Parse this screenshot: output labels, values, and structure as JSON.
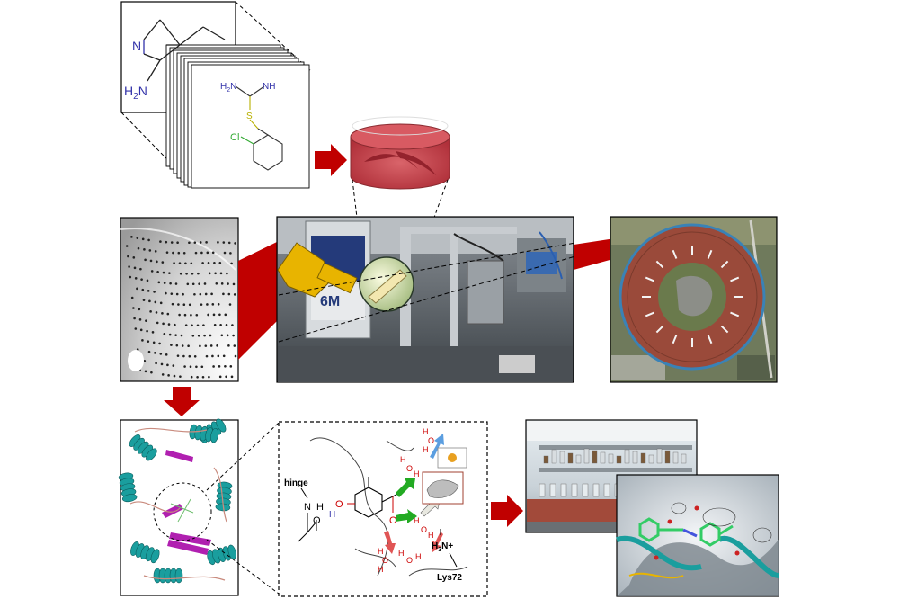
{
  "colors": {
    "arrow_red": "#c00000",
    "chem_blue": "#3333aa",
    "chem_red": "#cc0000",
    "sulfur": "#b8b000",
    "chlorine": "#33aa33",
    "helix_teal": "#1a9e9e",
    "sheet_magenta": "#b020b0",
    "ring_roof": "#9a4a3a",
    "robot_yellow": "#e8b400"
  },
  "library": {
    "front_labels": {
      "n": "N",
      "h2n": "H",
      "h2n_sub": "2",
      "h2n_n": "N"
    },
    "back_labels": {
      "h2n": "H",
      "h2n_sub": "2",
      "h2n_n": "N",
      "nh": "NH",
      "s": "S",
      "cl": "Cl"
    }
  },
  "interaction_map": {
    "hinge": "hinge",
    "nh": "N",
    "h": "H",
    "o_carbonyl": "O",
    "o_phenol": "O",
    "h_phenol": "H",
    "o_ketone": "O",
    "w1_h": "H",
    "w1_o": "O",
    "w1_h2": "H",
    "w2_h": "H",
    "w2_o": "O",
    "w2_h2": "H",
    "w3_h": "H",
    "w3_o": "O",
    "w3_h2": "H",
    "w4_h": "H",
    "w4_o": "O",
    "w4_h2": "H",
    "w5_h": "H",
    "w5_o": "O",
    "w5_h2": "H",
    "lys_h": "H",
    "lys_sub": "3",
    "lys_n": "N+",
    "lys_label": "Lys72"
  },
  "panels": [
    "compound-library",
    "crystal-soaking-dish",
    "diffraction-image",
    "beamline-photo",
    "synchrotron-aerial",
    "protein-structure",
    "interaction-map",
    "laboratory-photo",
    "binding-site-render"
  ]
}
